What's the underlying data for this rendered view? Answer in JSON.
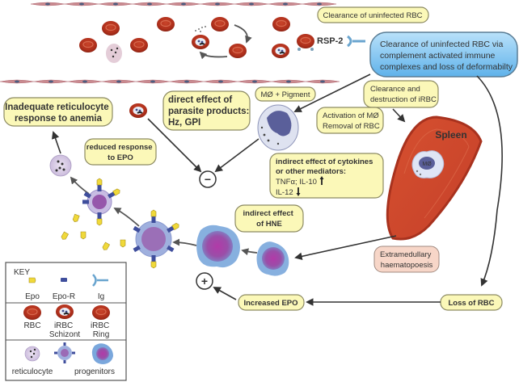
{
  "labels": {
    "clearance_uninfected": "Clearance of uninfected RBC",
    "rsp2": "RSP-2",
    "complement_box": [
      "Clearance of uninfected RBC via",
      "complement activated immune",
      "complexes and loss of deformabilty"
    ],
    "clearance_destruction": [
      "Clearance and",
      "destruction of iRBC"
    ],
    "mo_pigment": "MØ + Pigment",
    "activation_mo": [
      "Activation of MØ",
      "Removal of RBC"
    ],
    "direct_effect": [
      "direct effect of",
      "parasite products:",
      "Hz, GPI"
    ],
    "inadequate": [
      "Inadequate reticulocyte",
      "response to anemia"
    ],
    "reduced_response": [
      "reduced response",
      "to EPO"
    ],
    "indirect_cytokines": [
      "indirect effect of cytokines",
      "or other mediators:"
    ],
    "tnf_line": "TNFα; IL-10",
    "il12_line": "IL-12",
    "spleen": "Spleen",
    "spleen_mo": "MØ",
    "indirect_hne": [
      "indirect effect",
      "of HNE"
    ],
    "extramedullary": [
      "Extramedullary",
      "haematopoesis"
    ],
    "increased_epo": "Increased EPO",
    "loss_rbc": "Loss of RBC",
    "minus": "−",
    "plus": "+"
  },
  "key": {
    "title": "KEY",
    "row1": [
      "Epo",
      "Epo-R",
      "Ig"
    ],
    "row2": [
      [
        "RBC"
      ],
      [
        "iRBC",
        "Schizont"
      ],
      [
        "iRBC",
        "Ring"
      ]
    ],
    "row3": [
      "reticulocyte",
      "progenitors"
    ]
  },
  "colors": {
    "rbc": "#b8321e",
    "box_yellow": "#fbf8b8",
    "box_blue": "#7cc3f0",
    "box_pink": "#f7d6c8",
    "spleen": "#d24a2e",
    "macrophage": "#5a5f9a",
    "epo": "#f0d93a",
    "epo_r": "#3f4e9c"
  }
}
